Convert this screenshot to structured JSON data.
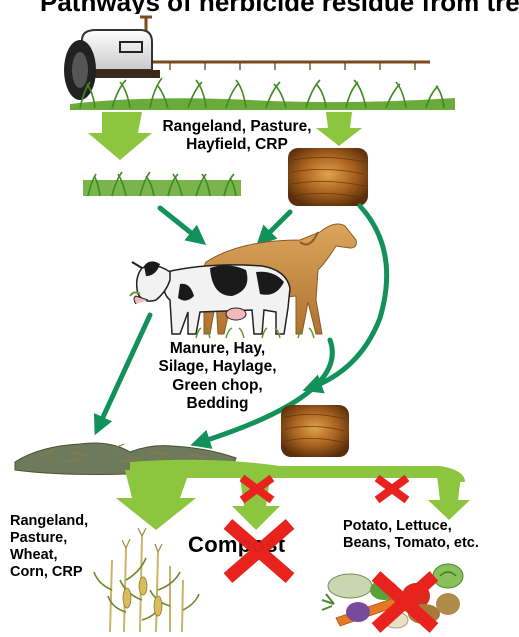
{
  "title": "Pathways of herbicide residue from treated fields",
  "labels": {
    "rangeland_hay": [
      "Rangeland, Pasture,",
      "Hayfield, CRP"
    ],
    "manure": [
      "Manure, Hay,",
      "Silage, Haylage,",
      "Green chop,",
      "Bedding"
    ],
    "crops_left": [
      "Rangeland,",
      "Pasture,",
      "Wheat,",
      "Corn, CRP"
    ],
    "crops_right": [
      "Potato, Lettuce,",
      "Beans, Tomato, etc."
    ],
    "compost": "Compost"
  },
  "icons": {
    "sprayer": "tractor-sprayer-icon",
    "grass": "grass-icon",
    "hay_bale": "hay-bale-icon",
    "cow": "cow-icon",
    "horse": "horse-icon",
    "manure_pile": "manure-pile-icon",
    "corn": "corn-plant-icon",
    "vegetables": "vegetables-icon",
    "prohibited": "red-x-icon"
  },
  "colors": {
    "arrow_dark": "#13915a",
    "arrow_light": "#8cc63f",
    "cross": "#e8231e",
    "hay": "#a8621f",
    "horse": "#c98a3e",
    "grass": "#4e9a2a"
  }
}
